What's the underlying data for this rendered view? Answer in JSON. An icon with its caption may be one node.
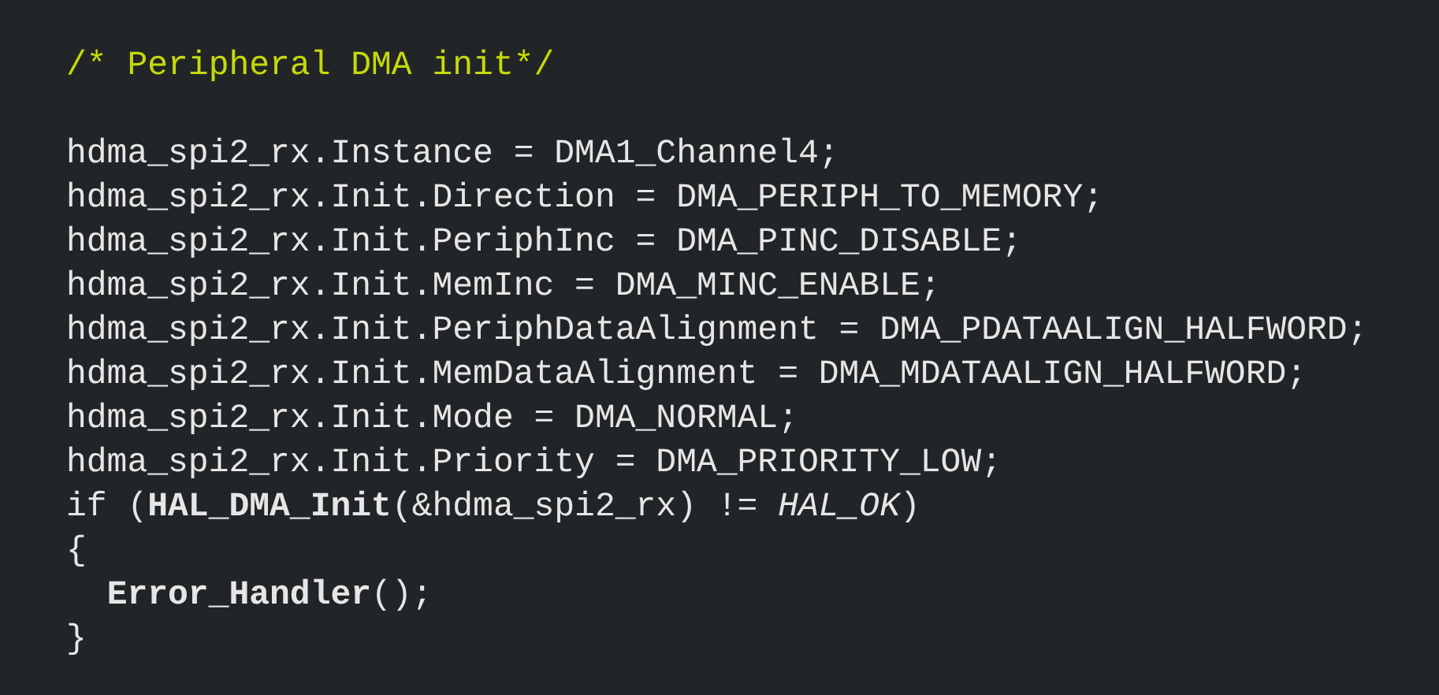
{
  "diagram": {
    "labels": [
      "/* Peripheral DMA init*/",
      "hdma_spi2_rx.Instance = DMA1_Channel4;",
      "hdma_spi2_rx.Init.Direction = DMA_PERIPH_TO_MEMORY;",
      "hdma_spi2_rx.Init.PeriphInc = DMA_PINC_DISABLE;",
      "hdma_spi2_rx.Init.MemInc = DMA_MINC_ENABLE;",
      "hdma_spi2_rx.Init.PeriphDataAlignment = DMA_PDATAALIGN_HALFWORD;",
      "hdma_spi2_rx.Init.MemDataAlignment = DMA_MDATAALIGN_HALFWORD;",
      "hdma_spi2_rx.Init.Mode = DMA_NORMAL;",
      "hdma_spi2_rx.Init.Priority = DMA_PRIORITY_LOW;",
      "if (**HAL_DMA_Init**(&hdma_spi2_rx) != *HAL_OK*)",
      "{",
      "  **Error_Handler**();",
      "}"
    ]
  }
}
